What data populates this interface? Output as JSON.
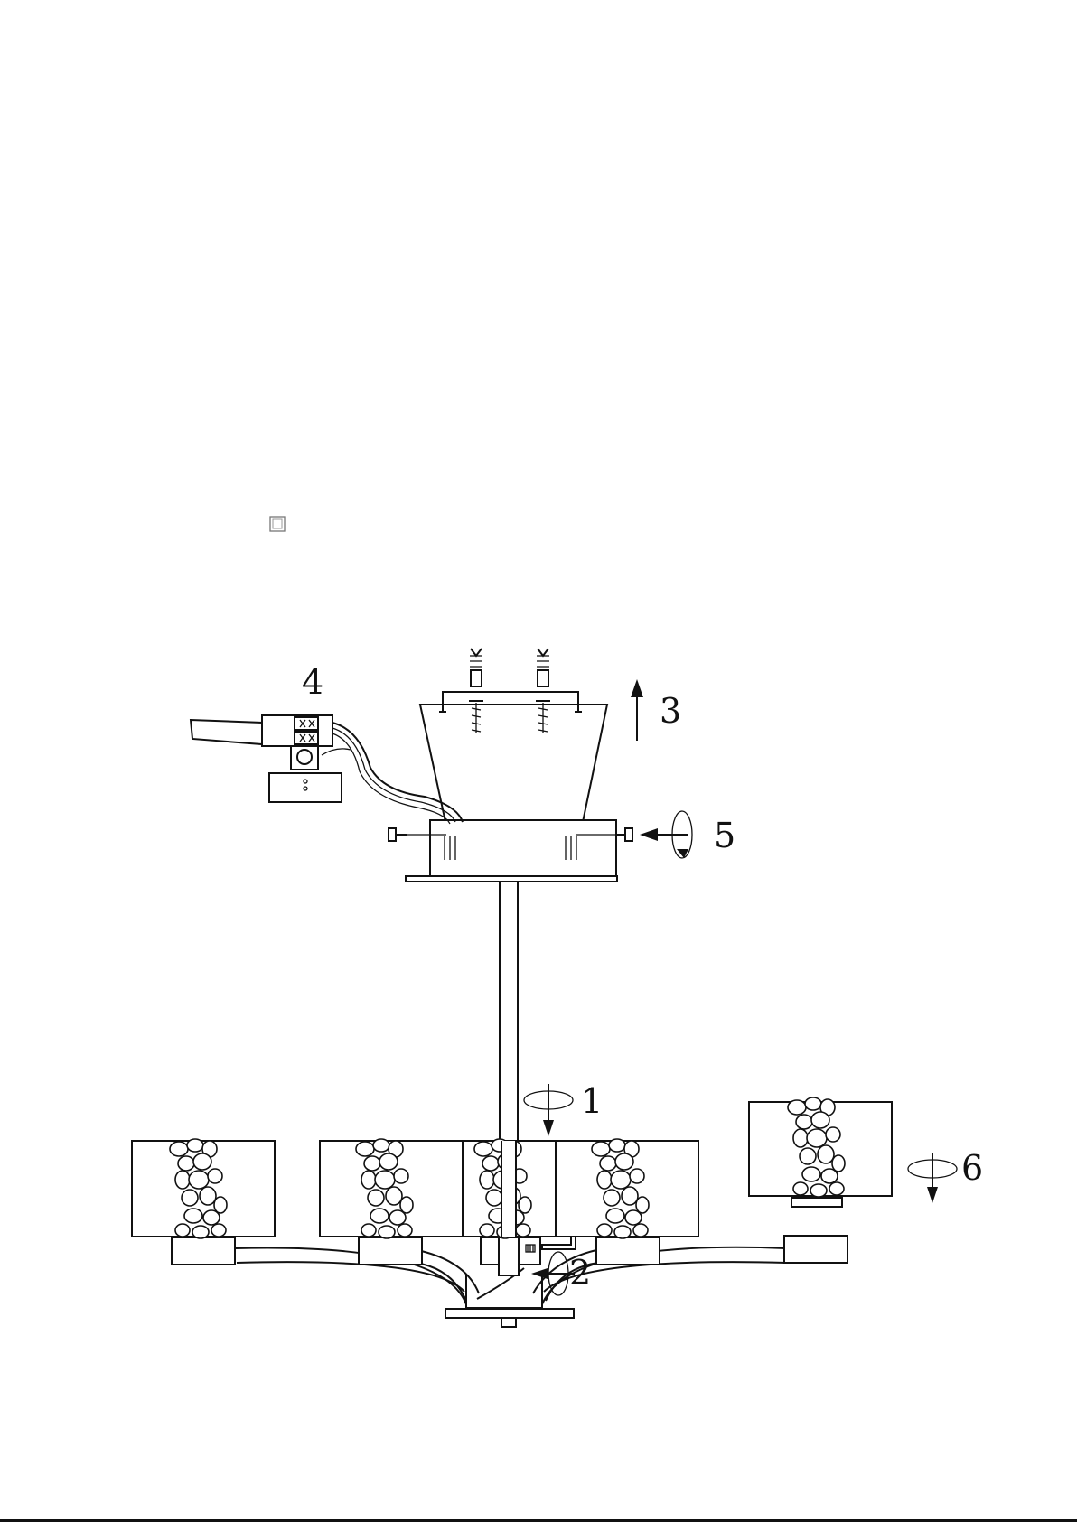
{
  "diagram": {
    "step_labels": {
      "step1": "1",
      "step2": "2",
      "step3": "3",
      "step4": "4",
      "step5": "5",
      "step6": "6"
    },
    "icons": {
      "checkbox": "empty-checkbox-icon",
      "rotate": "rotate-arrow-icon",
      "up": "up-arrow-icon",
      "left": "left-arrow-icon"
    },
    "line_color": "#111111",
    "background": "#ffffff"
  }
}
